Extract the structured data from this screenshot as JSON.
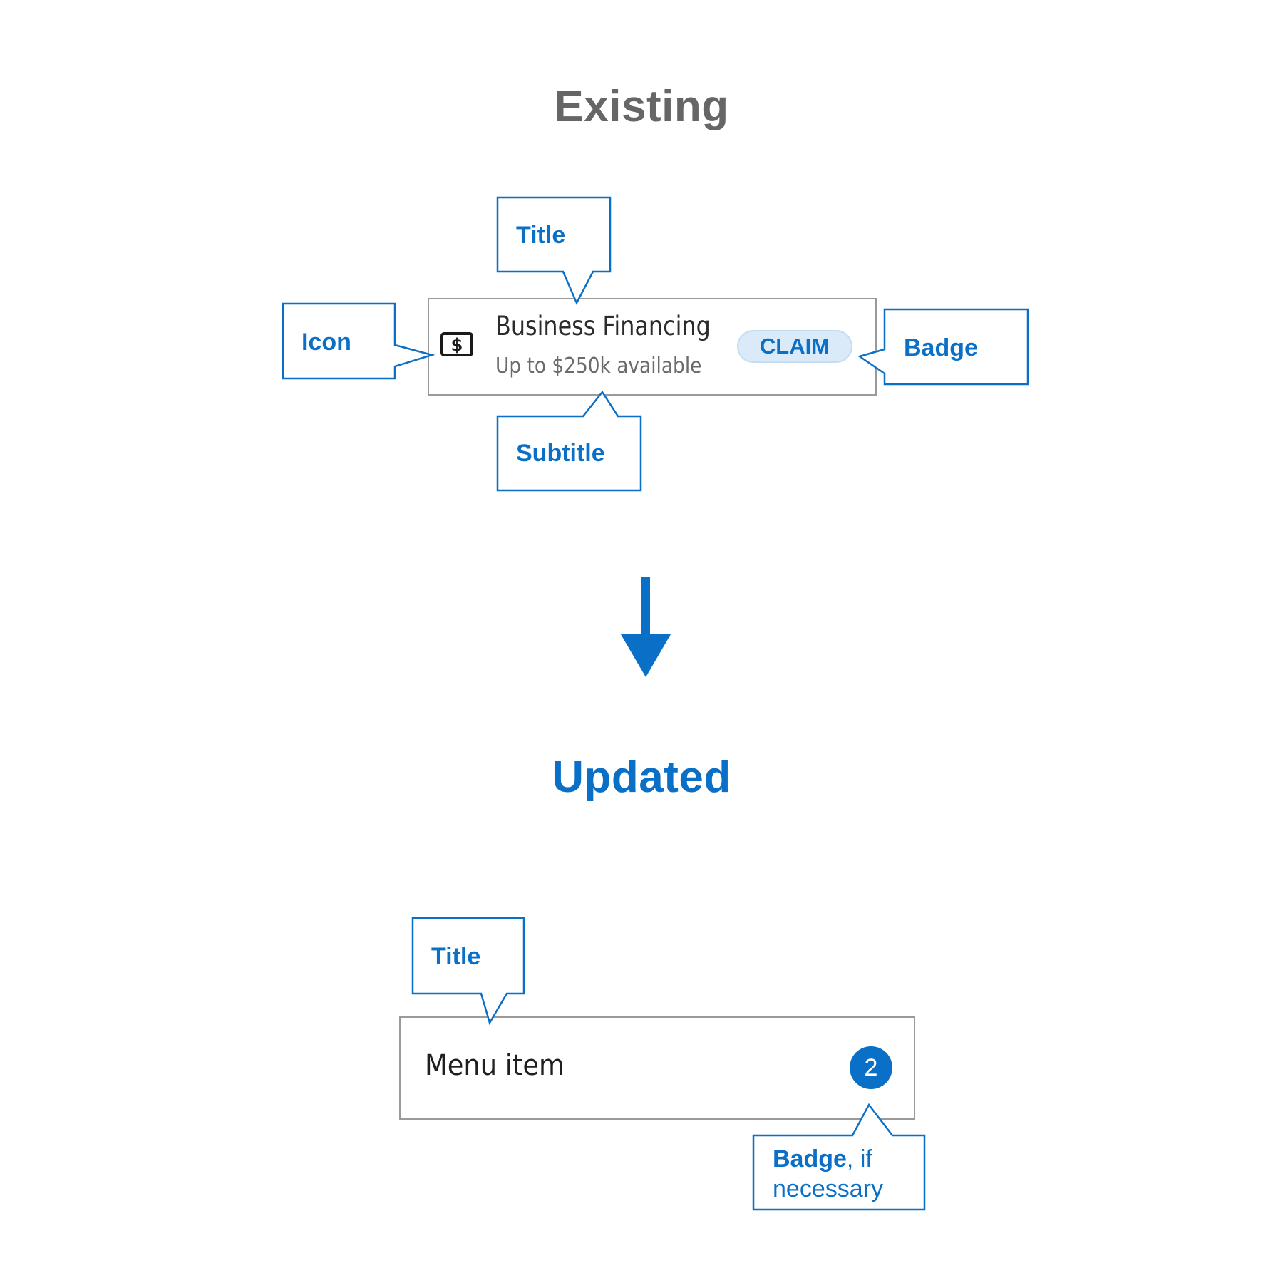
{
  "headings": {
    "existing": "Existing",
    "updated": "Updated"
  },
  "existing_card": {
    "icon": "dollar-bill-icon",
    "title": "Business Financing",
    "subtitle": "Up to $250k available",
    "badge": "CLAIM"
  },
  "updated_card": {
    "title": "Menu item",
    "badge_count": "2"
  },
  "callouts": {
    "existing_title": "Title",
    "existing_icon": "Icon",
    "existing_badge": "Badge",
    "existing_subtitle": "Subtitle",
    "updated_title": "Title",
    "updated_badge_bold": "Badge",
    "updated_badge_rest": ", if",
    "updated_badge_line2": "necessary"
  },
  "colors": {
    "accent_blue": "#0a6fc6",
    "heading_gray": "#666666",
    "card_border": "#9a9a9a",
    "badge_fill_light": "#daeaf8"
  },
  "icons": {
    "flow_arrow": "arrow-down-icon"
  }
}
